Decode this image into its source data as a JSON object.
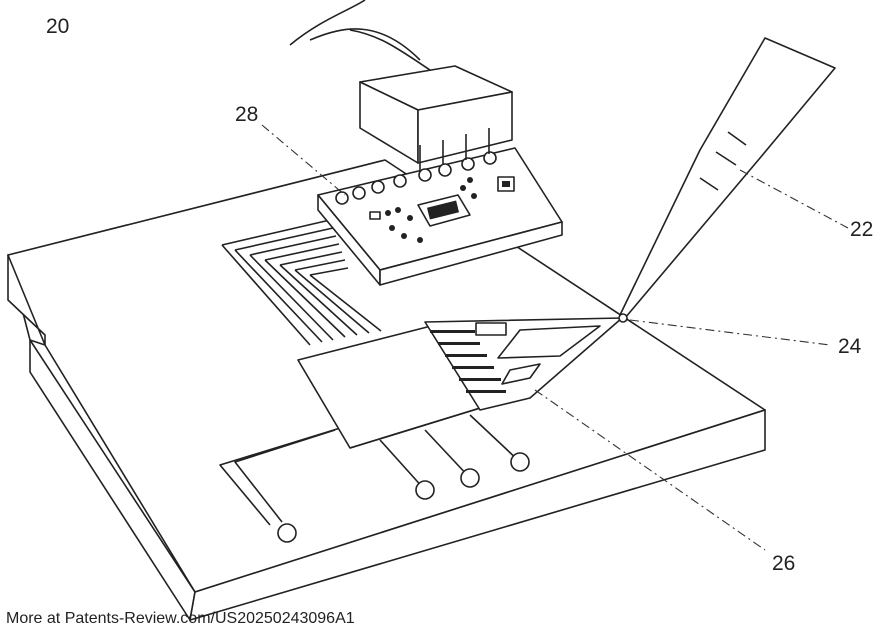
{
  "labels": {
    "figure_number": "20",
    "pipette": "22",
    "tip_point": "24",
    "sensor_traces": "26",
    "circuit_board": "28"
  },
  "footer": {
    "text": "More at Patents-Review.com/US20250243096A1"
  }
}
